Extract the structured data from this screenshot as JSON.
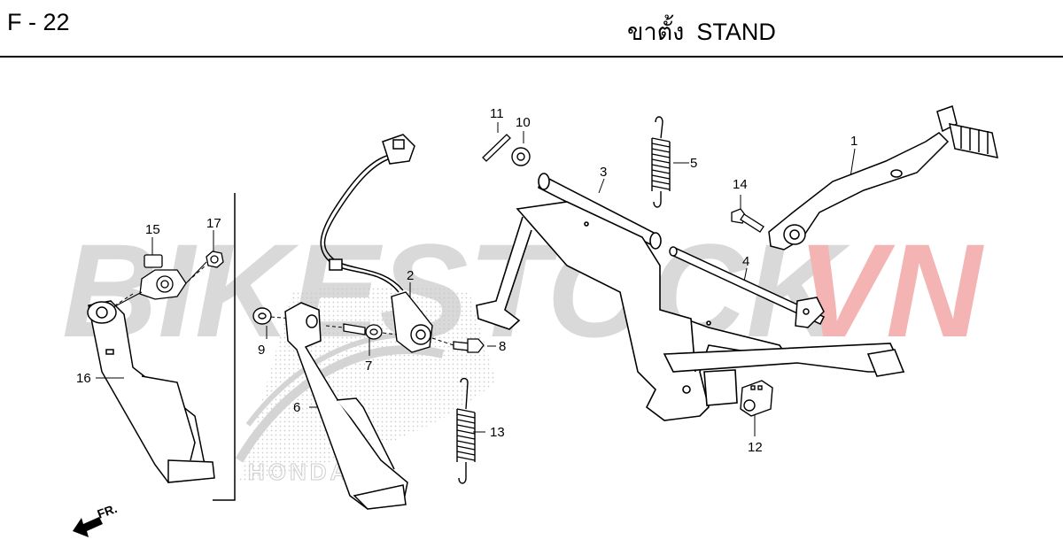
{
  "header": {
    "code": "F - 22",
    "title_th": "ขาตั้ง",
    "title_en": "STAND"
  },
  "watermark": {
    "text_main": "BIKESTOCK",
    "text_accent": "VN",
    "color_main": "#d9d9d9",
    "color_accent": "#f4b4b4"
  },
  "brand_watermark": "HONDA",
  "direction_label": "FR.",
  "callouts": [
    "1",
    "2",
    "3",
    "4",
    "5",
    "6",
    "7",
    "8",
    "9",
    "10",
    "11",
    "12",
    "13",
    "14",
    "15",
    "16",
    "17"
  ],
  "colors": {
    "line": "#000000",
    "stipple": "#c8c8c8"
  }
}
